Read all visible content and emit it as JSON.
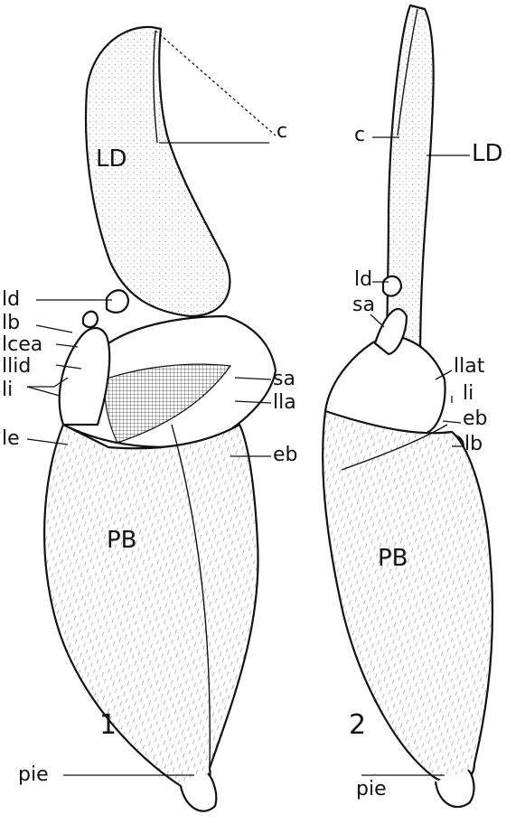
{
  "figure1": {
    "number": "1",
    "labels": {
      "c": "c",
      "LD": "LD",
      "ld": "ld",
      "lb": "lb",
      "lcea": "lcea",
      "llid": "llid",
      "li": "li",
      "le": "le",
      "sa": "sa",
      "lla": "lla",
      "eb": "eb",
      "PB": "PB",
      "pie": "pie"
    }
  },
  "figure2": {
    "number": "2",
    "labels": {
      "c": "c",
      "LD": "LD",
      "ld": "ld",
      "sa": "sa",
      "llat": "llat",
      "li": "li",
      "eb": "eb",
      "lb": "lb",
      "PB": "PB",
      "pie": "pie"
    }
  }
}
